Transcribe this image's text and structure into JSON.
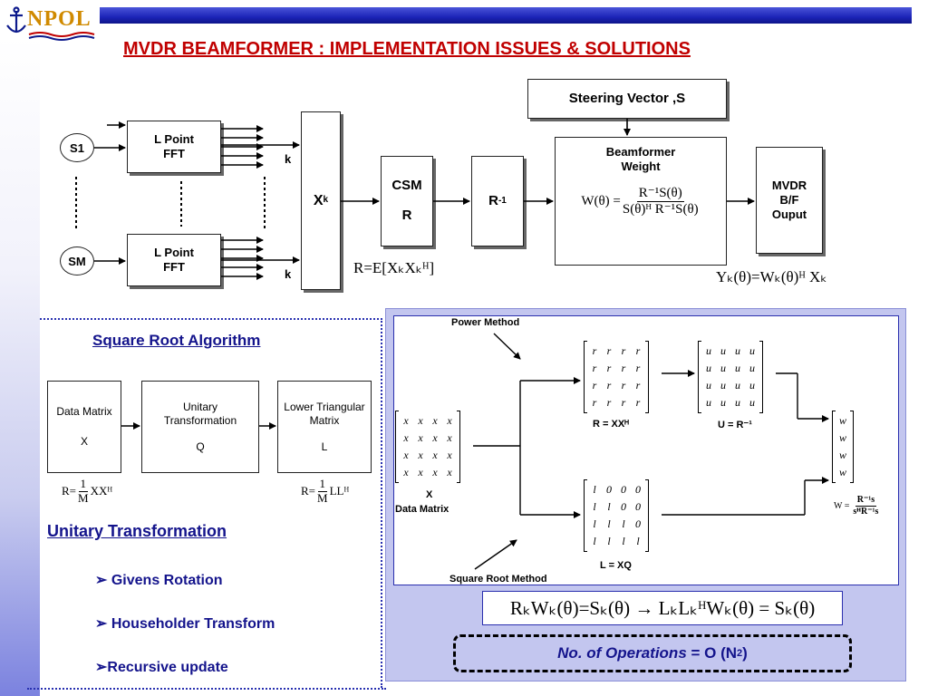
{
  "logo": {
    "text": "NPOL"
  },
  "title": "MVDR BEAMFORMER : IMPLEMENTATION ISSUES & SOLUTIONS",
  "top_diagram": {
    "s1": "S1",
    "sm": "SM",
    "fft_top": {
      "line1": "L Point",
      "line2": "FFT"
    },
    "fft_bottom": {
      "line1": "L Point",
      "line2": "FFT"
    },
    "k_label": "k",
    "xk_main": "X",
    "xk_sub": "k",
    "csm": {
      "line1": "CSM",
      "line2": "R"
    },
    "rinv_base": "R",
    "rinv_exp": "-1",
    "steering": "Steering Vector ,S",
    "bf_weight": {
      "line1": "Beamformer",
      "line2": "Weight"
    },
    "weight_eq": {
      "lhs": "W(θ) =",
      "num": "R⁻¹S(θ)",
      "den": "S(θ)ᴴ R⁻¹S(θ)"
    },
    "mvdr": {
      "line1": "MVDR",
      "line2": "B/F",
      "line3": "Ouput"
    },
    "r_eq": "R=E[XₖXₖᴴ]",
    "y_eq": "Yₖ(θ)=Wₖ(θ)ᴴ Xₖ"
  },
  "left_section": {
    "square_root_title": "Square Root Algorithm",
    "data_matrix": {
      "line1": "Data Matrix",
      "line2": "X"
    },
    "unitary": {
      "line1": "Unitary",
      "line2": "Transformation",
      "line3": "Q"
    },
    "lower_tri": {
      "line1": "Lower Triangular",
      "line2": "Matrix",
      "line3": "L"
    },
    "eq1_lhs": "R=",
    "eq1_num": "1",
    "eq1_den": "M",
    "eq1_rhs": "XXᴴ",
    "eq2_lhs": "R=",
    "eq2_num": "1",
    "eq2_den": "M",
    "eq2_rhs": "LLᴴ",
    "unitary_title": "Unitary Transformation",
    "bullets": [
      "➢ Givens Rotation",
      "➢ Householder Transform",
      "➢Recursive update"
    ]
  },
  "right_panel": {
    "power_method": "Power Method",
    "square_root_method": "Square Root Method",
    "x_label": "X",
    "data_matrix_label": "Data Matrix",
    "r_label": "R = XXᴴ",
    "u_label": "U = R⁻¹",
    "l_label": "L = XQ",
    "x_entry": "x",
    "r_entry": "r",
    "u_entry": "u",
    "w_entry": "w",
    "l_rows": [
      [
        "l",
        "0",
        "0",
        "0"
      ],
      [
        "l",
        "l",
        "0",
        "0"
      ],
      [
        "l",
        "l",
        "l",
        "0"
      ],
      [
        "l",
        "l",
        "l",
        "l"
      ]
    ],
    "w_eq_lhs": "W =",
    "w_eq_num": "R⁻¹s",
    "w_eq_den": "sᴴR⁻¹s",
    "final_eq": "RₖWₖ(θ)=Sₖ(θ)  →  LₖLₖᴴWₖ(θ) = Sₖ(θ)",
    "ops_label": "No. of Operations",
    "ops_eq": " = O (N",
    "ops_exp": "2",
    "ops_close": ")"
  }
}
